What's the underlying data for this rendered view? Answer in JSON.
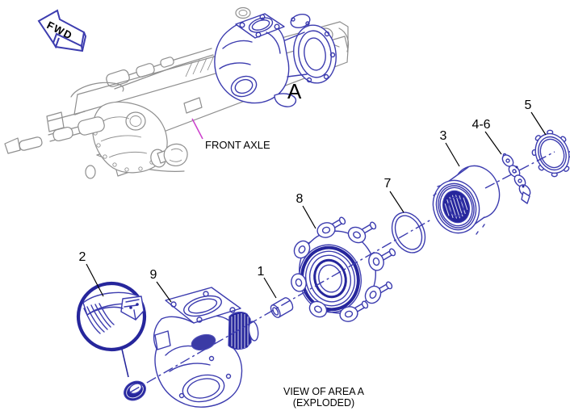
{
  "fwd_arrow": {
    "label": "FWD"
  },
  "main_view": {
    "area_label": "A",
    "callout": "FRONT AXLE"
  },
  "exploded_view": {
    "caption_line1": "VIEW OF AREA A",
    "caption_line2": "(EXPLODED)",
    "labels": [
      {
        "text": "2",
        "part": "seal-detail-circle"
      },
      {
        "text": "9",
        "part": "steering-knuckle"
      },
      {
        "text": "1",
        "part": "spacer-bushing"
      },
      {
        "text": "8",
        "part": "wheel-hub"
      },
      {
        "text": "7",
        "part": "o-ring"
      },
      {
        "text": "3",
        "part": "wheel-bearing"
      },
      {
        "text": "4-6",
        "part": "lock-washer-set"
      },
      {
        "text": "5",
        "part": "lock-nut"
      }
    ]
  },
  "colors": {
    "part_blue": "#3c3caf",
    "dark_blue": "#26269c",
    "axle_gray": "#8f8f8f",
    "callout_magenta": "#cc3fcc",
    "text_black": "#000000",
    "background": "#ffffff"
  }
}
